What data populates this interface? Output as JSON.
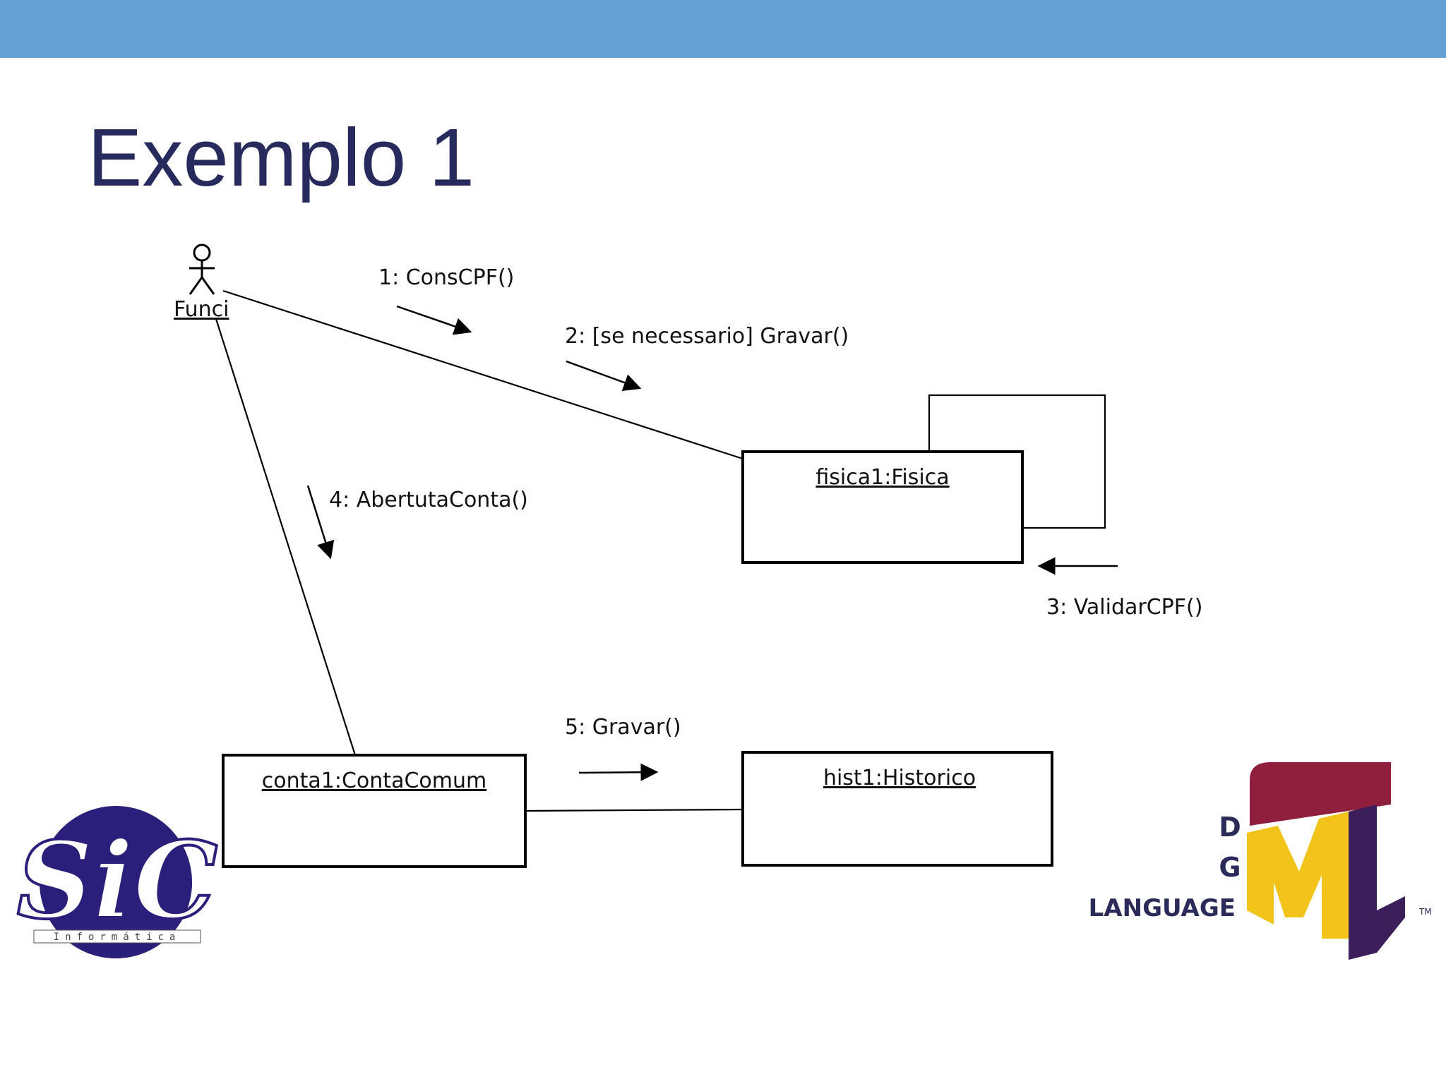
{
  "slide": {
    "title": "Exemplo 1",
    "colors": {
      "top_band": "#65a0d4",
      "title_text": "#262a5c"
    }
  },
  "diagram": {
    "actor": {
      "name": "Funci",
      "icon": "stick-figure-icon"
    },
    "objects": [
      {
        "id": "fisica1",
        "name": "fisica1:Fisica"
      },
      {
        "id": "conta1",
        "name": "conta1:ContaComum"
      },
      {
        "id": "hist1",
        "name": "hist1:Historico"
      }
    ],
    "messages": [
      {
        "id": "m1",
        "label": "1: ConsCPF()"
      },
      {
        "id": "m2",
        "label": "2: [se necessario] Gravar()"
      },
      {
        "id": "m3",
        "label": "3: ValidarCPF()"
      },
      {
        "id": "m4",
        "label": "4: AbertutaConta()"
      },
      {
        "id": "m5",
        "label": "5: Gravar()"
      }
    ]
  },
  "logos": {
    "sic": {
      "text": "SiC",
      "subtitle": "Informática",
      "icon": "sic-informatica-logo",
      "colors": {
        "primary": "#2a1f7a"
      }
    },
    "uml": {
      "letters": [
        "D",
        "G"
      ],
      "language": "LANGUAGE",
      "trademark": "TM",
      "icon": "uml-logo",
      "colors": {
        "u": "#8f1f3c",
        "m": "#f2c318",
        "l": "#3c1e5a",
        "text": "#2b2b5a"
      }
    }
  }
}
